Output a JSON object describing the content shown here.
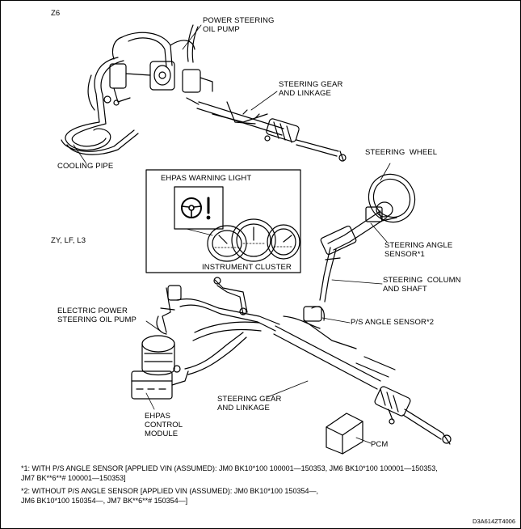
{
  "diagram": {
    "section_top_model": "Z6",
    "section_bottom_model": "ZY, LF, L3",
    "labels": {
      "power_steering_oil_pump": "POWER STEERING\nOIL PUMP",
      "steering_gear_and_linkage_top": "STEERING GEAR\nAND LINKAGE",
      "cooling_pipe": "COOLING PIPE",
      "steering_wheel": "STEERING  WHEEL",
      "ehpas_warning_light": "EHPAS WARNING LIGHT",
      "instrument_cluster": "INSTRUMENT CLUSTER",
      "steering_angle_sensor": "STEERING ANGLE\nSENSOR*1",
      "steering_column_and_shaft": "STEERING  COLUMN\nAND SHAFT",
      "ps_angle_sensor": "P/S ANGLE SENSOR*2",
      "electric_power_steering_oil_pump": "ELECTRIC POWER\nSTEERING OIL PUMP",
      "steering_gear_and_linkage_bottom": "STEERING GEAR\nAND LINKAGE",
      "ehpas_control_module": "EHPAS\nCONTROL\nMODULE",
      "pcm": "PCM"
    },
    "notes": {
      "note1_line1": "*1: WITH P/S ANGLE SENSOR [APPLIED VIN (ASSUMED): JM0 BK10*100 100001—150353, JM6 BK10*100 100001—150353,",
      "note1_line2": "JM7 BK**6**# 100001—150353]",
      "note2_line1": "*2: WITHOUT P/S ANGLE SENSOR [APPLIED VIN (ASSUMED): JM0 BK10*100 150354—,",
      "note2_line2": "JM6 BK10*100 150354—, JM7 BK**6**# 150354—]"
    },
    "figure_code": "D3A614ZT4006"
  }
}
